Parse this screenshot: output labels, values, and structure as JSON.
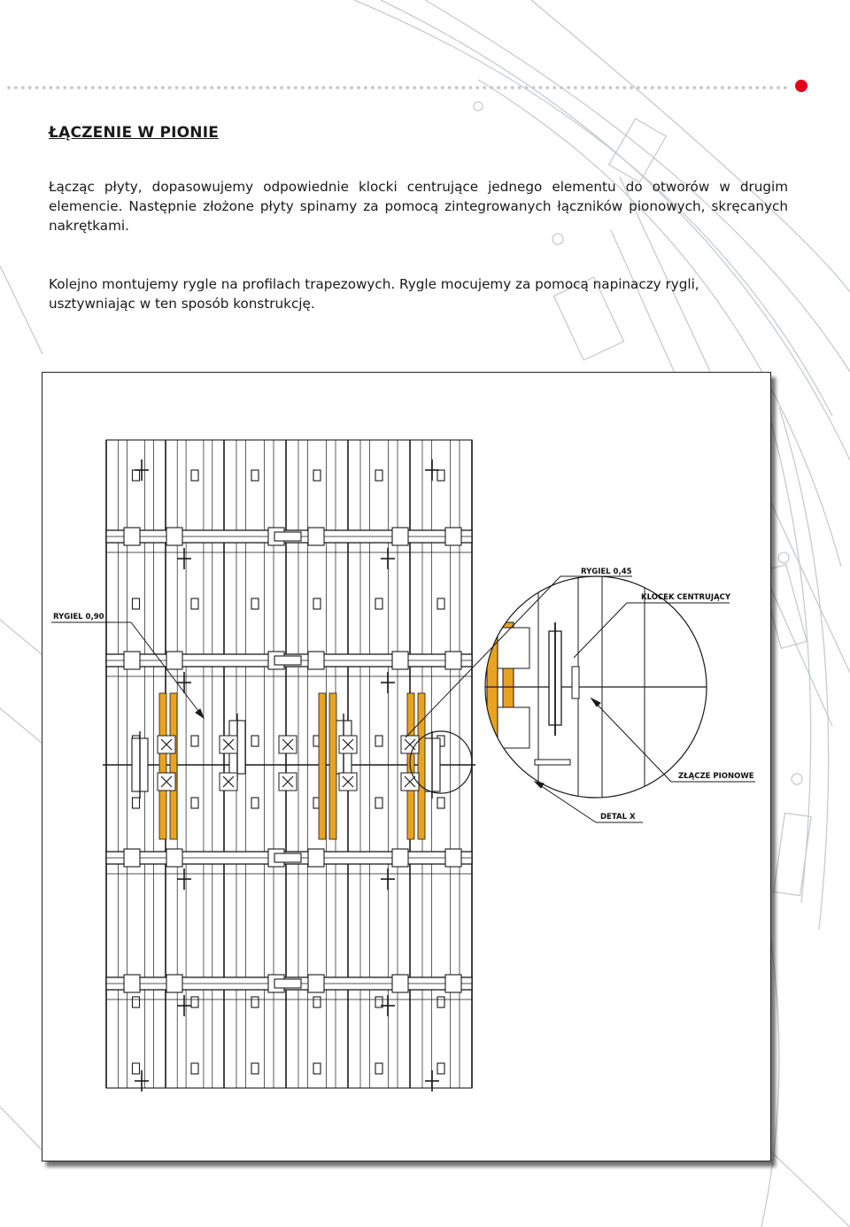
{
  "page": {
    "title": "ŁĄCZENIE W PIONIE",
    "paragraph_1": "Łącząc płyty, dopasowujemy odpowiednie klocki centrujące jednego elementu do otworów w drugim elemencie. Następnie złożone płyty spinamy za pomocą zintegrowanych łączników pionowych, skręcanych nakrętkami.",
    "paragraph_2": "Kolejno montujemy rygle na profilach trapezowych. Rygle mocujemy za pomocą napinaczy rygli, usztywniając w ten sposób konstrukcję."
  },
  "drawing_labels": {
    "rygiel_045": "RYGIEL 0,45",
    "klocek": "KLOCEK CENTRUJĄCY",
    "rygiel_090": "RYGIEL 0,90",
    "zlacze": "ZŁĄCZE PIONOWE",
    "detal": "DETAL X"
  },
  "colors": {
    "accent_red": "#e3001b",
    "highlight_orange": "#e9a321",
    "line": "#1a1a1a",
    "background_sketch": "#c8ccd0"
  }
}
